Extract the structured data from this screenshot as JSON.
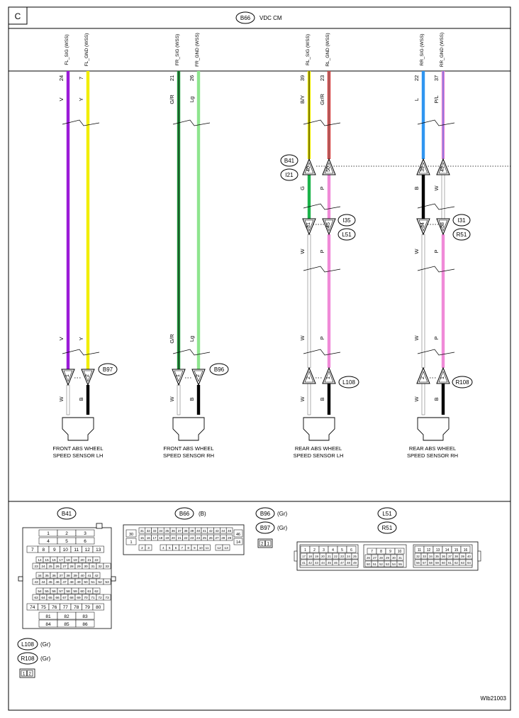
{
  "page": {
    "section": "C",
    "title_connector": "B66",
    "title": "VDC CM",
    "figure_id": "WIb21003"
  },
  "wires": [
    {
      "id": "w1",
      "signal": "FL_SIG (WSS)",
      "pin": "24",
      "upper_color_code": "V",
      "upper_color": "#9b1bd8",
      "lower_color_code": "V",
      "sensor_connector": "B97",
      "sensor_pin": "1",
      "sensor_lead_code": "W",
      "sensor_lead_color": "#ffffff",
      "sensor_lead_style": "outline"
    },
    {
      "id": "w2",
      "signal": "FL_GND (WSS)",
      "pin": "7",
      "upper_color_code": "Y",
      "upper_color": "#f2ee00",
      "lower_color_code": "Y",
      "sensor_pin": "2",
      "sensor_lead_code": "B",
      "sensor_lead_color": "#000000",
      "sensor_lead_style": "solid"
    },
    {
      "id": "w3",
      "signal": "FR_SIG (WSS)",
      "pin": "21",
      "upper_color_code": "G/R",
      "upper_color": "#1e9a3a",
      "stripe": "#222222",
      "lower_color_code": "G/R",
      "sensor_connector": "B96",
      "sensor_pin": "1",
      "sensor_lead_code": "W",
      "sensor_lead_color": "#ffffff",
      "sensor_lead_style": "outline"
    },
    {
      "id": "w4",
      "signal": "FR_GND (WSS)",
      "pin": "26",
      "upper_color_code": "Lg",
      "upper_color": "#8ee58e",
      "lower_color_code": "Lg",
      "sensor_pin": "2",
      "sensor_lead_code": "B",
      "sensor_lead_color": "#000000",
      "sensor_lead_style": "solid"
    },
    {
      "id": "w5",
      "signal": "RL_SIG (WSS)",
      "pin": "39",
      "upper_color_code": "B/Y",
      "upper_color": "#f2ee00",
      "stripe": "#000000",
      "b41_pin": "40",
      "mid_color_code": "G",
      "mid_color": "#1bb34a",
      "i35_pin": "31",
      "lower_color_code": "W",
      "lower_color": "#ffffff",
      "sensor_pin": "2",
      "sensor_lead_code": "W",
      "sensor_lead_color": "#ffffff",
      "sensor_lead_style": "outline"
    },
    {
      "id": "w6",
      "signal": "RL_GND (WSS)",
      "pin": "23",
      "upper_color_code": "Gr/R",
      "upper_color": "#d23a3a",
      "stripe": "#888888",
      "b41_pin": "50",
      "mid_color_code": "P",
      "mid_color": "#f08ad8",
      "i35_pin": "45",
      "lower_color_code": "P",
      "lower_color": "#f08ad8",
      "sensor_connector": "L108",
      "sensor_pin": "1",
      "sensor_lead_code": "B",
      "sensor_lead_color": "#000000",
      "sensor_lead_style": "solid"
    },
    {
      "id": "w7",
      "signal": "RR_SIG (WSS)",
      "pin": "22",
      "upper_color_code": "L",
      "upper_color": "#2f95f0",
      "b41_pin": "39",
      "mid_color_code": "B",
      "mid_color": "#000000",
      "i35_pin": "34",
      "lower_color_code": "W",
      "lower_color": "#ffffff",
      "sensor_pin": "2",
      "sensor_lead_code": "W",
      "sensor_lead_color": "#ffffff",
      "sensor_lead_style": "outline"
    },
    {
      "id": "w8",
      "signal": "RR_GND (WSS)",
      "pin": "37",
      "upper_color_code": "P/L",
      "upper_color": "#f08ad8",
      "stripe": "#2f5fe0",
      "b41_pin": "49",
      "mid_color_code": "W",
      "mid_color": "#ffffff",
      "i35_pin": "58",
      "lower_color_code": "P",
      "lower_color": "#f08ad8",
      "sensor_connector": "R108",
      "sensor_pin": "1",
      "sensor_lead_code": "B",
      "sensor_lead_color": "#000000",
      "sensor_lead_style": "solid"
    }
  ],
  "junctions": {
    "upper": [
      "B41",
      "I21"
    ],
    "left_lower": [
      "I35",
      "L51"
    ],
    "right_lower": [
      "I31",
      "R51"
    ]
  },
  "sensors": [
    {
      "line1": "FRONT ABS WHEEL",
      "line2": "SPEED SENSOR LH"
    },
    {
      "line1": "FRONT ABS WHEEL",
      "line2": "SPEED SENSOR RH"
    },
    {
      "line1": "REAR ABS WHEEL",
      "line2": "SPEED SENSOR LH"
    },
    {
      "line1": "REAR ABS WHEEL",
      "line2": "SPEED SENSOR RH"
    }
  ],
  "connector_views": {
    "b41": {
      "label": "B41",
      "rows": [
        [
          "1",
          "2",
          "3"
        ],
        [
          "4",
          "5",
          "6"
        ],
        [
          "7",
          "8",
          "9",
          "10",
          "11",
          "12",
          "13"
        ],
        [
          "14",
          "15",
          "16",
          "17",
          "18",
          "19",
          "20",
          "21",
          "22"
        ],
        [
          "23",
          "24",
          "25",
          "26",
          "27",
          "28",
          "29",
          "30",
          "31",
          "32",
          "33"
        ],
        [
          "34",
          "35",
          "36",
          "37",
          "38",
          "39",
          "40",
          "41",
          "42"
        ],
        [
          "43",
          "44",
          "45",
          "46",
          "47",
          "48",
          "49",
          "50",
          "51",
          "52",
          "53"
        ],
        [
          "54",
          "55",
          "56",
          "57",
          "58",
          "59",
          "60",
          "61",
          "62"
        ],
        [
          "63",
          "64",
          "65",
          "66",
          "67",
          "68",
          "69",
          "70",
          "71",
          "72",
          "73"
        ],
        [
          "74",
          "75",
          "76",
          "77",
          "78",
          "79",
          "80"
        ],
        [
          "81",
          "82",
          "83"
        ],
        [
          "84",
          "85",
          "86"
        ]
      ]
    },
    "b66": {
      "label": "B66",
      "note": "(B)",
      "row1": [
        "31",
        "32",
        "33",
        "34",
        "35",
        "36",
        "37",
        "38",
        "39",
        "40",
        "41",
        "42",
        "43",
        "44",
        "45"
      ],
      "row2": [
        "15",
        "16",
        "17",
        "18",
        "19",
        "20",
        "21",
        "22",
        "23",
        "24",
        "25",
        "26",
        "27",
        "28",
        "29"
      ],
      "row3": [
        "4",
        "5",
        "6",
        "7",
        "8",
        "9",
        "10",
        "11"
      ],
      "left_top": "30",
      "left_mid": "1",
      "left_bot": [
        "2",
        "3"
      ],
      "right_top": "46",
      "right_mid": "14",
      "right_bot": [
        "12",
        "13"
      ]
    },
    "b96": {
      "label": "B96",
      "note": "(Gr)"
    },
    "b97": {
      "label": "B97",
      "note": "(Gr)",
      "pins": [
        "2",
        "1"
      ]
    },
    "l51": {
      "label": "L51",
      "label2": "R51",
      "left": [
        [
          "1",
          "2",
          "3",
          "4",
          "5",
          "6"
        ],
        [
          "17",
          "18",
          "19",
          "20",
          "21",
          "22",
          "23",
          "24",
          "25"
        ],
        [
          "41",
          "42",
          "43",
          "44",
          "45",
          "46",
          "47",
          "48",
          "49"
        ]
      ],
      "mid": [
        [
          "7",
          "8",
          "9",
          "10"
        ],
        [
          "26",
          "27",
          "28",
          "29",
          "30",
          "31"
        ],
        [
          "50",
          "51",
          "52",
          "53",
          "54",
          "55"
        ]
      ],
      "right": [
        [
          "11",
          "12",
          "13",
          "14",
          "15",
          "16"
        ],
        [
          "32",
          "33",
          "34",
          "35",
          "36",
          "37",
          "38",
          "39",
          "40"
        ],
        [
          "56",
          "57",
          "58",
          "59",
          "60",
          "61",
          "62",
          "63",
          "64"
        ]
      ]
    },
    "l108": {
      "label": "L108",
      "note": "(Gr)",
      "label2": "R108",
      "note2": "(Gr)",
      "pins": [
        "1",
        "2"
      ]
    }
  }
}
